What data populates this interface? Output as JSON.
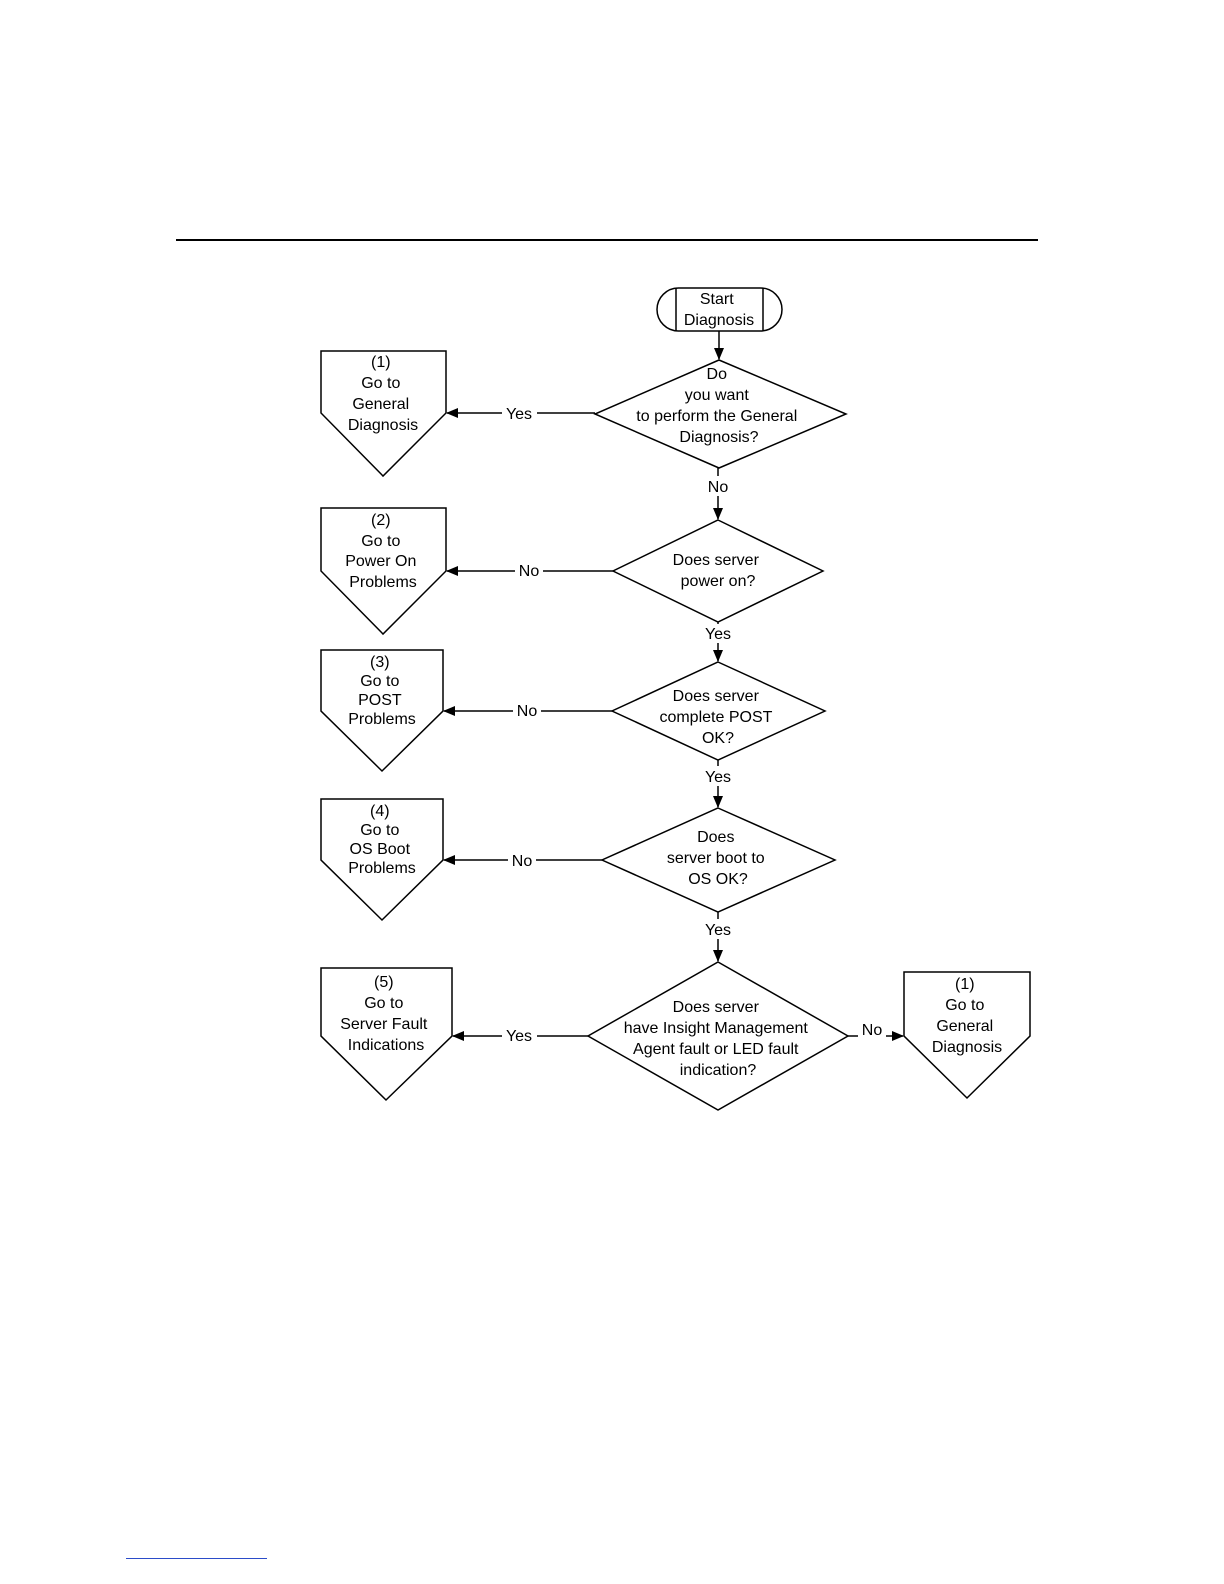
{
  "flowchart": {
    "start": {
      "lines": [
        "Start",
        "Diagnosis"
      ]
    },
    "decisions": [
      {
        "lines": [
          "Do",
          "you want",
          "to perform the General",
          "Diagnosis?"
        ]
      },
      {
        "lines": [
          "Does server",
          "power on?"
        ]
      },
      {
        "lines": [
          "Does server",
          "complete POST",
          "OK?"
        ]
      },
      {
        "lines": [
          "Does",
          "server boot to",
          "OS OK?"
        ]
      },
      {
        "lines": [
          "Does server",
          "have Insight Management",
          "Agent fault or LED fault",
          "indication?"
        ]
      }
    ],
    "offpages": [
      {
        "lines": [
          "(1)",
          "Go to",
          "General",
          "Diagnosis"
        ]
      },
      {
        "lines": [
          "(2)",
          "Go to",
          "Power On",
          "Problems"
        ]
      },
      {
        "lines": [
          "(3)",
          "Go to",
          "POST",
          "Problems"
        ]
      },
      {
        "lines": [
          "(4)",
          "Go to",
          "OS Boot",
          "Problems"
        ]
      },
      {
        "lines": [
          "(5)",
          "Go to",
          "Server Fault",
          "Indications"
        ]
      },
      {
        "lines": [
          "(1)",
          "Go to",
          "General",
          "Diagnosis"
        ]
      }
    ],
    "edge_labels": {
      "d1_left": "Yes",
      "d1_down": "No",
      "d2_left": "No",
      "d2_down": "Yes",
      "d3_left": "No",
      "d3_down": "Yes",
      "d4_left": "No",
      "d4_down": "Yes",
      "d5_left": "Yes",
      "d5_right": "No"
    }
  }
}
